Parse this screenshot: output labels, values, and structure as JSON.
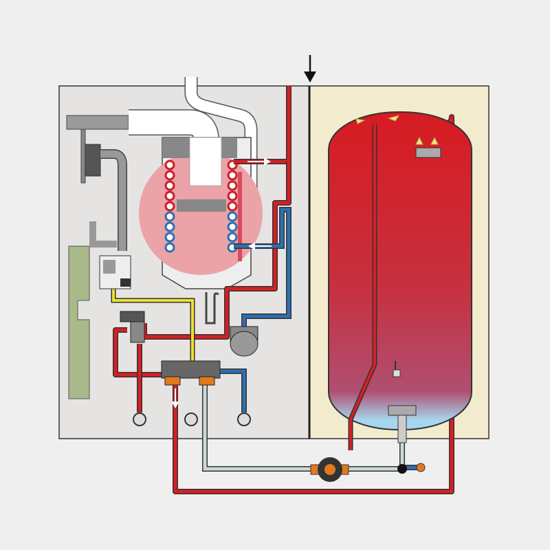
{
  "diagram": {
    "colors": {
      "background": "#efefef",
      "boiler_panel": "#e5e4e3",
      "cylinder_panel": "#f3ebcd",
      "hot_water": "#d71f26",
      "cold_water": "#2f6fb0",
      "gas": "#f1df2a",
      "flue": "#ffffff",
      "control_board": "#a9b98a",
      "heat_zone": "#eba3a8"
    },
    "icons": [
      "flow-arrow-down",
      "heat-exchanger",
      "pump",
      "valve",
      "sensor",
      "anode"
    ]
  }
}
